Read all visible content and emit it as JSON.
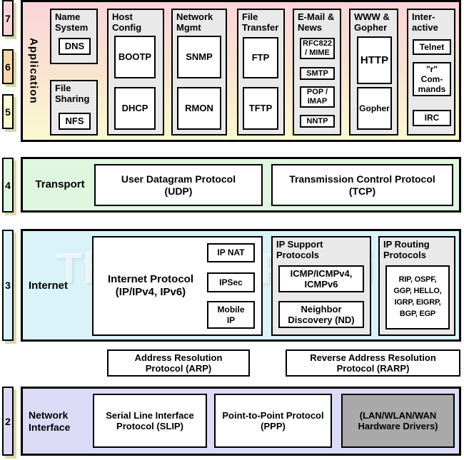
{
  "watermark": "The TCP/IP Guide",
  "layer_numbers": {
    "l7": "7",
    "l6": "6",
    "l5": "5",
    "l4": "4",
    "l3": "3",
    "l2": "2"
  },
  "app": {
    "label": "Application",
    "groups": {
      "name_system": {
        "title": "Name\nSystem",
        "dns": "DNS"
      },
      "file_sharing": {
        "title": "File\nSharing",
        "nfs": "NFS"
      },
      "host_config": {
        "title": "Host\nConfig",
        "bootp": "BOOTP",
        "dhcp": "DHCP"
      },
      "network_mgmt": {
        "title": "Network\nMgmt",
        "snmp": "SNMP",
        "rmon": "RMON"
      },
      "file_transfer": {
        "title": "File\nTransfer",
        "ftp": "FTP",
        "tftp": "TFTP"
      },
      "email_news": {
        "title": "E-Mail &\nNews",
        "rfc822": "RFC822\n/ MIME",
        "smtp": "SMTP",
        "pop": "POP /\nIMAP",
        "nntp": "NNTP"
      },
      "www_gopher": {
        "title": "WWW &\nGopher",
        "http": "HTTP",
        "gopher": "Gopher"
      },
      "interactive": {
        "title": "Inter-\nactive",
        "telnet": "Telnet",
        "r_commands": "\"r\"\nCom-\nmands",
        "irc": "IRC"
      }
    }
  },
  "transport": {
    "label": "Transport",
    "udp": "User Datagram Protocol\n(UDP)",
    "tcp": "Transmission Control Protocol\n(TCP)"
  },
  "internet": {
    "label": "Internet",
    "ip": "Internet Protocol\n(IP/IPv4, IPv6)",
    "ip_nat": "IP NAT",
    "ipsec": "IPSec",
    "mobile_ip": "Mobile\nIP",
    "support": {
      "title": "IP Support\nProtocols",
      "icmp": "ICMP/ICMPv4,\nICMPv6",
      "nd": "Neighbor\nDiscovery (ND)"
    },
    "routing": {
      "title": "IP Routing\nProtocols",
      "list": "RIP, OSPF,\nGGP, HELLO,\nIGRP, EIGRP,\nBGP, EGP"
    }
  },
  "arp_row": {
    "arp": "Address Resolution\nProtocol (ARP)",
    "rarp": "Reverse Address Resolution\nProtocol (RARP)"
  },
  "network_interface": {
    "label": "Network\nInterface",
    "slip": "Serial Line Interface\nProtocol (SLIP)",
    "ppp": "Point-to-Point Protocol\n(PPP)",
    "lan": "(LAN/WLAN/WAN\nHardware Drivers)"
  },
  "colors": {
    "pink": "#fad4d9",
    "peach": "#f8d7ab",
    "yellow": "#fbf9d0",
    "green": "#def7de",
    "cyan": "#d9f3f8",
    "lavender": "#dbdbf6",
    "app_mid": "#f9e4d0",
    "shadow": "#d9d9a8",
    "group_gray": "#e9e9e9",
    "dark_gray": "#a9a9a9"
  }
}
